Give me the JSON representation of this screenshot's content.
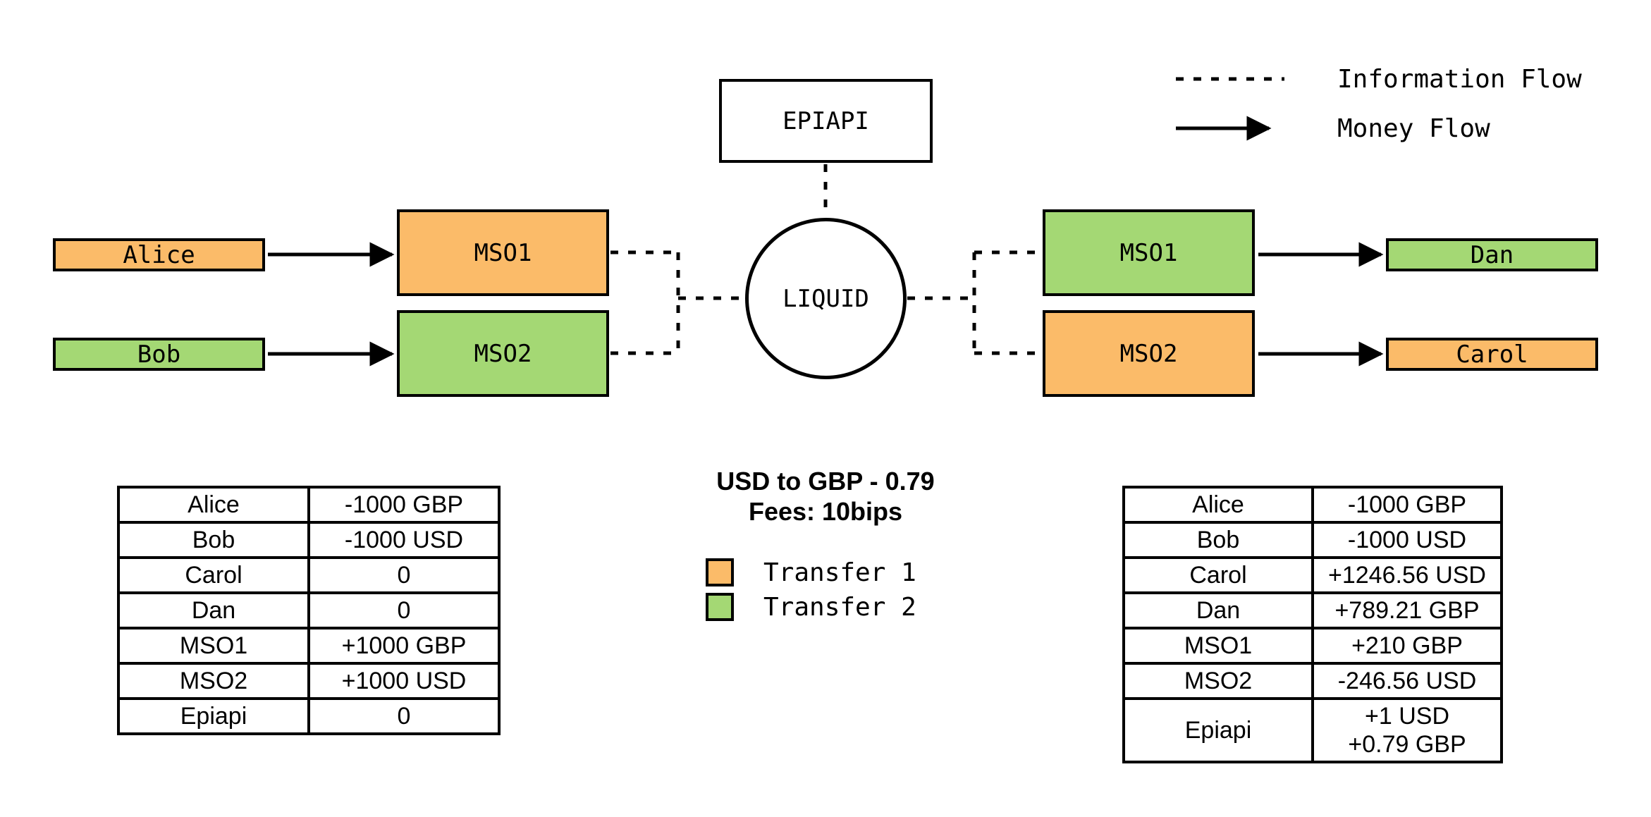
{
  "flow_legend": {
    "information": "Information Flow",
    "money": "Money Flow"
  },
  "nodes": {
    "epiapi": "EPIAPI",
    "liquid": "LIQUID",
    "alice": "Alice",
    "bob": "Bob",
    "mso1_left": "MSO1",
    "mso2_left": "MSO2",
    "mso1_right": "MSO1",
    "mso2_right": "MSO2",
    "dan": "Dan",
    "carol": "Carol"
  },
  "exchange": {
    "rate": "USD to GBP - 0.79",
    "fees": "Fees: 10bips"
  },
  "transfer_legend": {
    "transfer1": "Transfer 1",
    "transfer2": "Transfer 2"
  },
  "colors": {
    "transfer1": "#FBBB69",
    "transfer2": "#A4D874",
    "stroke": "#000000",
    "background": "#FFFFFF"
  },
  "tables": {
    "before": {
      "rows": [
        [
          "Alice",
          "-1000 GBP"
        ],
        [
          "Bob",
          "-1000 USD"
        ],
        [
          "Carol",
          "0"
        ],
        [
          "Dan",
          "0"
        ],
        [
          "MSO1",
          "+1000 GBP"
        ],
        [
          "MSO2",
          "+1000 USD"
        ],
        [
          "Epiapi",
          "0"
        ]
      ]
    },
    "after": {
      "rows": [
        [
          "Alice",
          "-1000 GBP"
        ],
        [
          "Bob",
          "-1000 USD"
        ],
        [
          "Carol",
          "+1246.56 USD"
        ],
        [
          "Dan",
          "+789.21 GBP"
        ],
        [
          "MSO1",
          "+210 GBP"
        ],
        [
          "MSO2",
          "-246.56 USD"
        ],
        [
          "Epiapi",
          "+1 USD\n+0.79 GBP"
        ]
      ]
    }
  }
}
